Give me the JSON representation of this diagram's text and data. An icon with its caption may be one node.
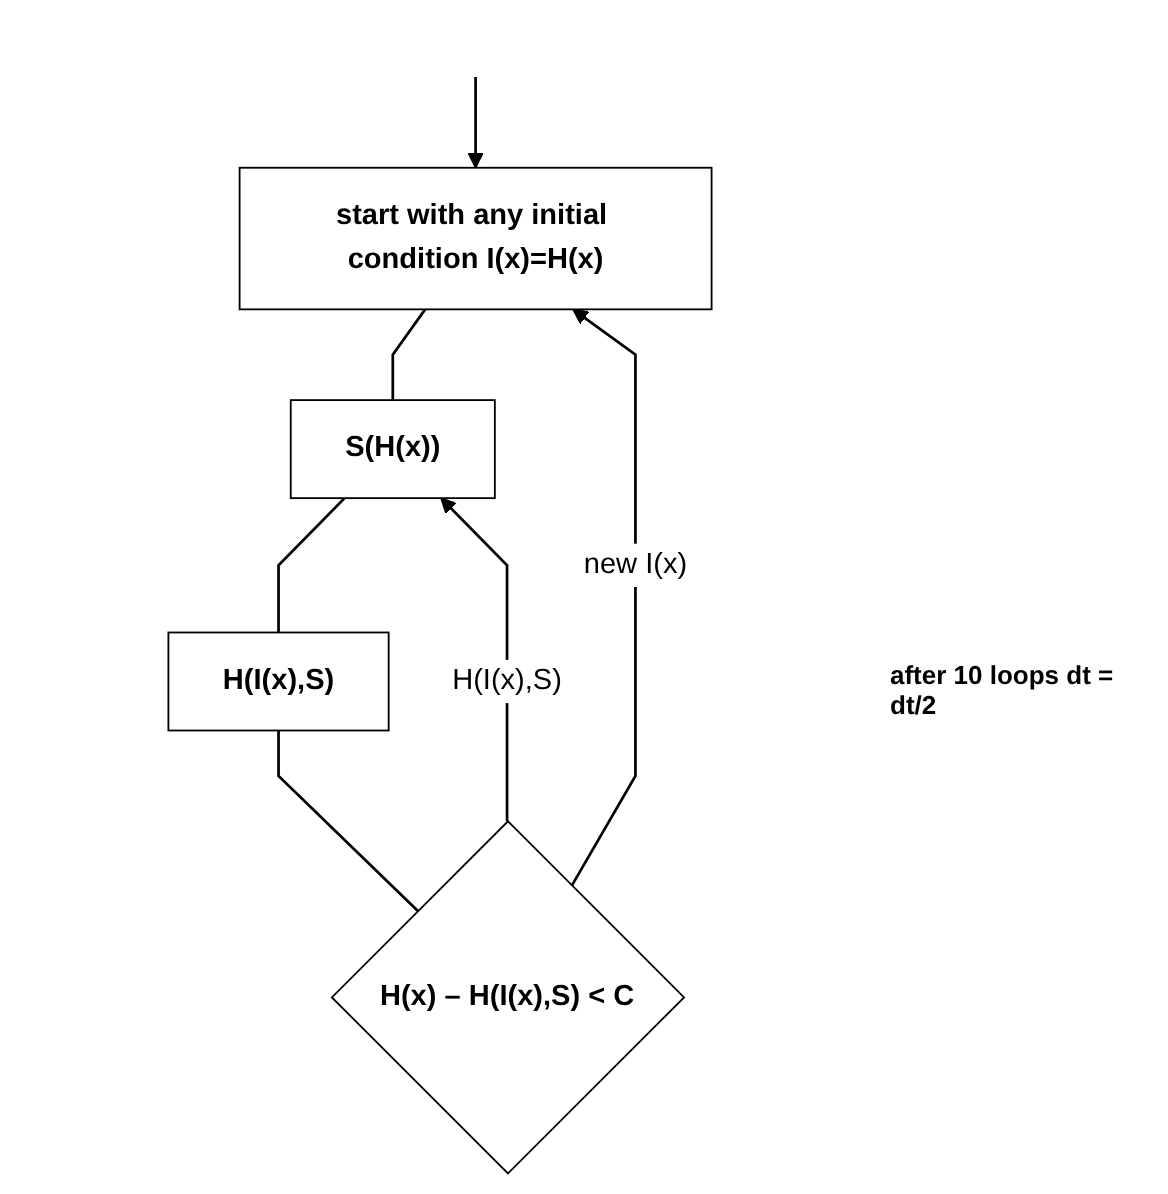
{
  "diagram": {
    "nodes": [
      {
        "text": [
          "start with any initial condition I(x)=H(x)"
        ]
      },
      {
        "text": [
          "S(H(x))"
        ]
      },
      {
        "text": [
          "H(I(x),S)"
        ]
      },
      {
        "text": [
          "H(x) – H(I(x),S) < C"
        ]
      }
    ],
    "edges": [
      {
        "from": null,
        "to": 0,
        "arrow": "to"
      },
      {
        "from": 0,
        "to": 1,
        "arrow": "none"
      },
      {
        "from": 1,
        "to": 2,
        "arrow": "none"
      },
      {
        "from": 2,
        "to": 3,
        "arrow": "none"
      },
      {
        "from": 3,
        "to": 0,
        "arrow": "to",
        "label": "new I(x)"
      },
      {
        "from": 3,
        "to": 1,
        "arrow": "to",
        "label": "H(I(x),S)"
      }
    ],
    "labels": [
      "after 10 loops dt = dt/2"
    ]
  }
}
